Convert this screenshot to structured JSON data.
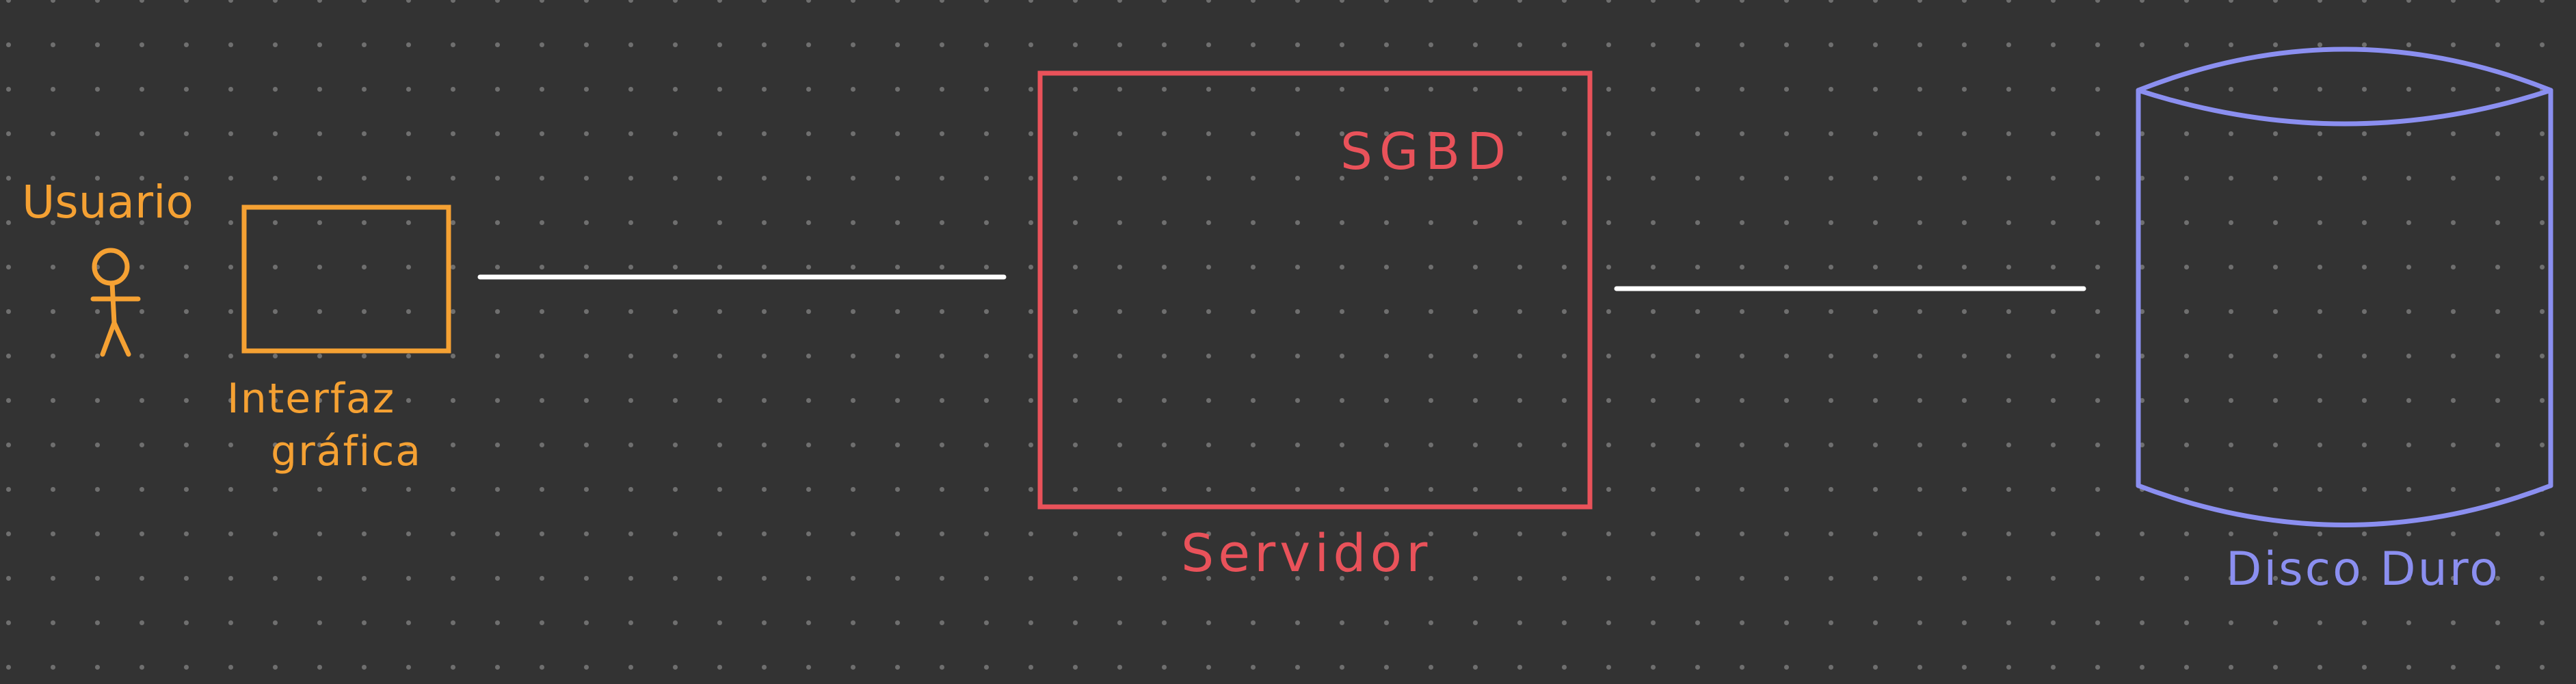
{
  "colors": {
    "background": "#333333",
    "user": "#f5a133",
    "server": "#e9525a",
    "disk": "#8b8ff0",
    "connector": "#ffffff"
  },
  "user": {
    "label": "Usuario",
    "icon": "stick-figure-icon"
  },
  "interface": {
    "label_line1": "Interfaz",
    "label_line2": "gráfica"
  },
  "server": {
    "inner_label": "SGBD",
    "label": "Servidor"
  },
  "disk": {
    "label": "Disco Duro"
  }
}
